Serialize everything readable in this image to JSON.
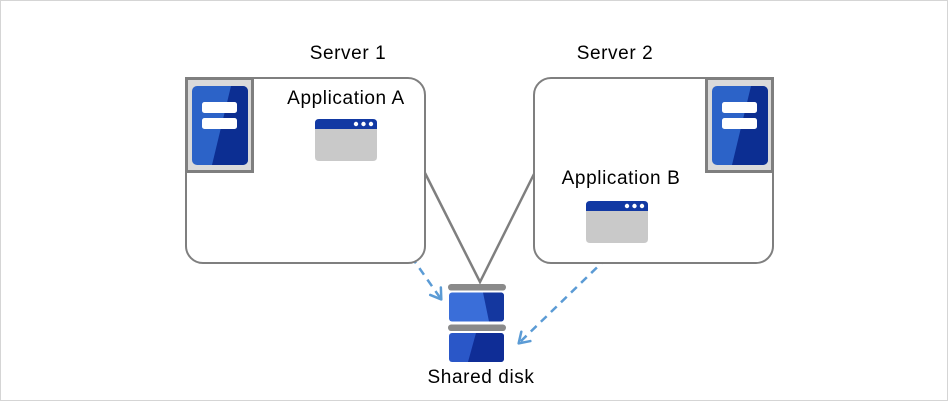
{
  "diagram": {
    "type": "shared-disk-cluster-architecture",
    "servers": [
      {
        "id": "server1",
        "label": "Server 1",
        "application": {
          "label": "Application A"
        }
      },
      {
        "id": "server2",
        "label": "Server 2",
        "application": {
          "label": "Application B"
        }
      }
    ],
    "storage": {
      "label": "Shared disk"
    },
    "connections": [
      {
        "from": "Server 1",
        "to": "Shared disk",
        "style": "solid-line"
      },
      {
        "from": "Server 2",
        "to": "Shared disk",
        "style": "solid-line"
      },
      {
        "from": "Application A",
        "to": "Shared disk",
        "style": "dashed-arrow"
      },
      {
        "from": "Application B",
        "to": "Shared disk",
        "style": "dashed-arrow"
      }
    ]
  },
  "theme": {
    "canvas_border": "#d5d5d5",
    "line_gray": "#7f7f7f",
    "arrow_blue": "#5b9bd5",
    "holder_gray": "#dadada",
    "tower_blue_light": "#2c63c8",
    "tower_blue_dark": "#0c2e92",
    "titlebar_blue": "#1239a3",
    "app_body_gray": "#c9c9c9",
    "disk_bar_gray": "#8a8a8a",
    "disk1_light": "#3a6ed9",
    "disk1_dark": "#14379f",
    "disk2_light": "#2a57c8",
    "disk2_dark": "#0f2d96",
    "text_color": "#000000"
  }
}
